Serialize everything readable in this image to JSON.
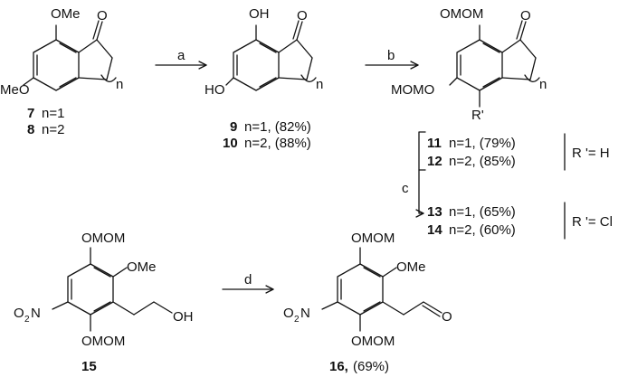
{
  "groups": {
    "ome": "OMe",
    "meo": "MeO",
    "oh": "OH",
    "ho": "HO",
    "omom": "OMOM",
    "momo": "MOMO",
    "rprime": "R'",
    "n": "n",
    "o2n_main": "O",
    "o2n_sub": "2",
    "o2n_tail": "N",
    "o": "O"
  },
  "arrows": {
    "a": "a",
    "b": "b",
    "c": "c",
    "d": "d"
  },
  "compounds": [
    {
      "num": "7",
      "desc": "n=1"
    },
    {
      "num": "8",
      "desc": "n=2"
    },
    {
      "num": "9",
      "desc": "n=1, (82%)"
    },
    {
      "num": "10",
      "desc": "n=2, (88%)"
    },
    {
      "num": "11",
      "desc": "n=1, (79%)"
    },
    {
      "num": "12",
      "desc": "n=2, (85%)"
    },
    {
      "num": "13",
      "desc": "n=1, (65%)"
    },
    {
      "num": "14",
      "desc": "n=2, (60%)"
    },
    {
      "num": "15",
      "desc": ""
    },
    {
      "num": "16,",
      "desc": "(69%)"
    }
  ],
  "r_labels": {
    "h": "R '= H",
    "cl": "R '= Cl"
  }
}
